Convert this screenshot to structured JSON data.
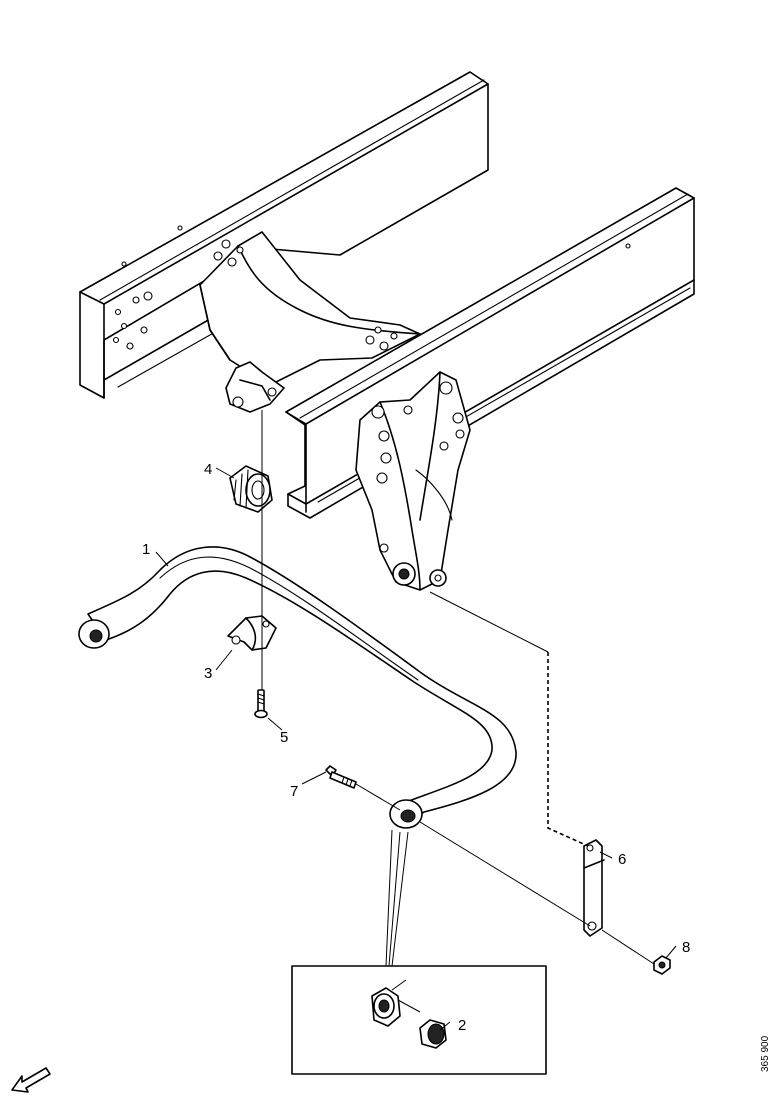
{
  "callouts": [
    {
      "id": "c1",
      "label": "1"
    },
    {
      "id": "c2",
      "label": "2"
    },
    {
      "id": "c3",
      "label": "3"
    },
    {
      "id": "c4",
      "label": "4"
    },
    {
      "id": "c5",
      "label": "5"
    },
    {
      "id": "c6",
      "label": "6"
    },
    {
      "id": "c7",
      "label": "7"
    },
    {
      "id": "c8",
      "label": "8"
    }
  ],
  "drawing_code": "365 900",
  "icons": {
    "front_direction": "arrow-icon"
  }
}
